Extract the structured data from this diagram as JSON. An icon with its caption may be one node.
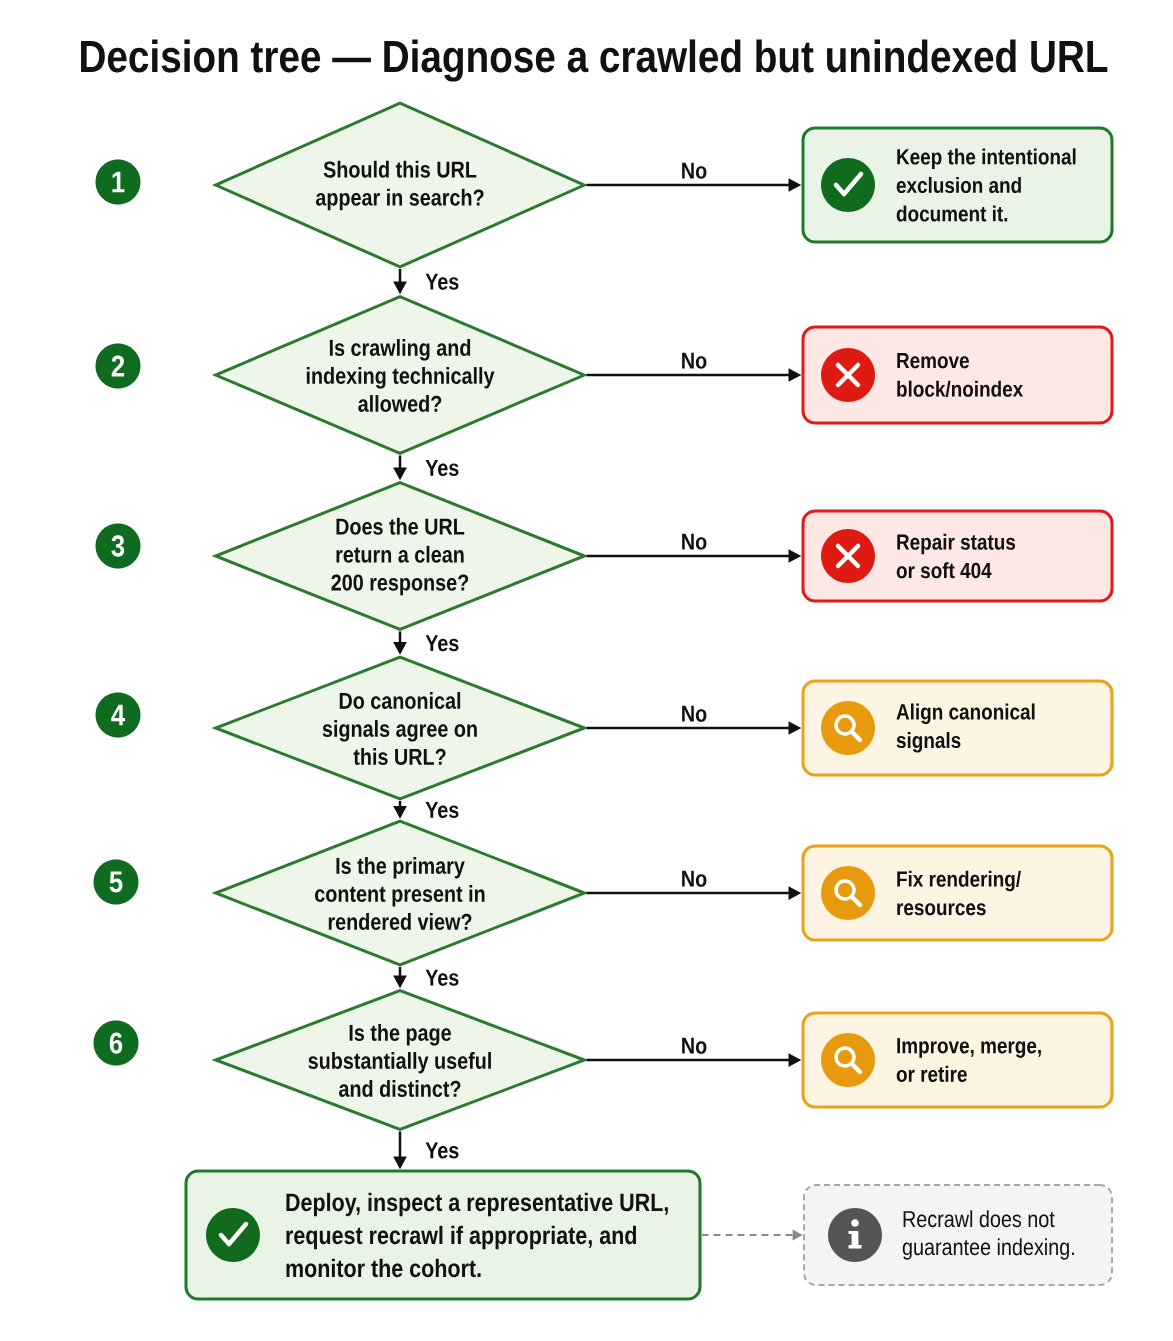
{
  "diagram": {
    "title": "Decision tree — Diagnose a crawled but unindexed URL",
    "nodes": [
      {
        "text": [
          "1"
        ]
      },
      {
        "text": [
          "Should this URL appear in search?"
        ]
      },
      {
        "text": [
          "Keep the intentional exclusion and document it."
        ]
      },
      {
        "text": [
          "2"
        ]
      },
      {
        "text": [
          "Is crawling and indexing technically allowed?"
        ]
      },
      {
        "text": [
          "Remove block/noindex"
        ]
      },
      {
        "text": [
          "3"
        ]
      },
      {
        "text": [
          "Does the URL return a clean 200 response?"
        ]
      },
      {
        "text": [
          "Repair status or soft 404"
        ]
      },
      {
        "text": [
          "4"
        ]
      },
      {
        "text": [
          "Do canonical signals agree on this URL?"
        ]
      },
      {
        "text": [
          "Align canonical signals"
        ]
      },
      {
        "text": [
          "5"
        ]
      },
      {
        "text": [
          "Is the primary content present in rendered view?"
        ]
      },
      {
        "text": [
          "Fix rendering/ resources"
        ]
      },
      {
        "text": [
          "6"
        ]
      },
      {
        "text": [
          "Is the page substantially useful and distinct?"
        ]
      },
      {
        "text": [
          "Improve, merge, or retire"
        ]
      },
      {
        "text": [
          "Deploy, inspect a representative URL, request recrawl if appropriate, and monitor the cohort."
        ]
      },
      {
        "text": [
          "Recrawl does not guarantee indexing."
        ]
      }
    ],
    "edges": [
      {
        "from": 1,
        "to": 2,
        "arrow": "to",
        "label": "No"
      },
      {
        "from": 1,
        "to": 4,
        "arrow": "to",
        "label": "Yes"
      },
      {
        "from": 4,
        "to": 5,
        "arrow": "to",
        "label": "No"
      },
      {
        "from": 4,
        "to": 7,
        "arrow": "to",
        "label": "Yes"
      },
      {
        "from": 7,
        "to": 8,
        "arrow": "to",
        "label": "No"
      },
      {
        "from": 7,
        "to": 10,
        "arrow": "to",
        "label": "Yes"
      },
      {
        "from": 10,
        "to": 11,
        "arrow": "to",
        "label": "No"
      },
      {
        "from": 10,
        "to": 13,
        "arrow": "to",
        "label": "Yes"
      },
      {
        "from": 13,
        "to": 14,
        "arrow": "to",
        "label": "No"
      },
      {
        "from": 13,
        "to": 16,
        "arrow": "to",
        "label": "Yes"
      },
      {
        "from": 16,
        "to": 17,
        "arrow": "to",
        "label": "No"
      },
      {
        "from": 16,
        "to": 18,
        "arrow": "to",
        "label": "Yes"
      },
      {
        "from": 18,
        "to": 19,
        "arrow": "to",
        "style": "dashed",
        "color": "#8a8a8a"
      }
    ]
  }
}
